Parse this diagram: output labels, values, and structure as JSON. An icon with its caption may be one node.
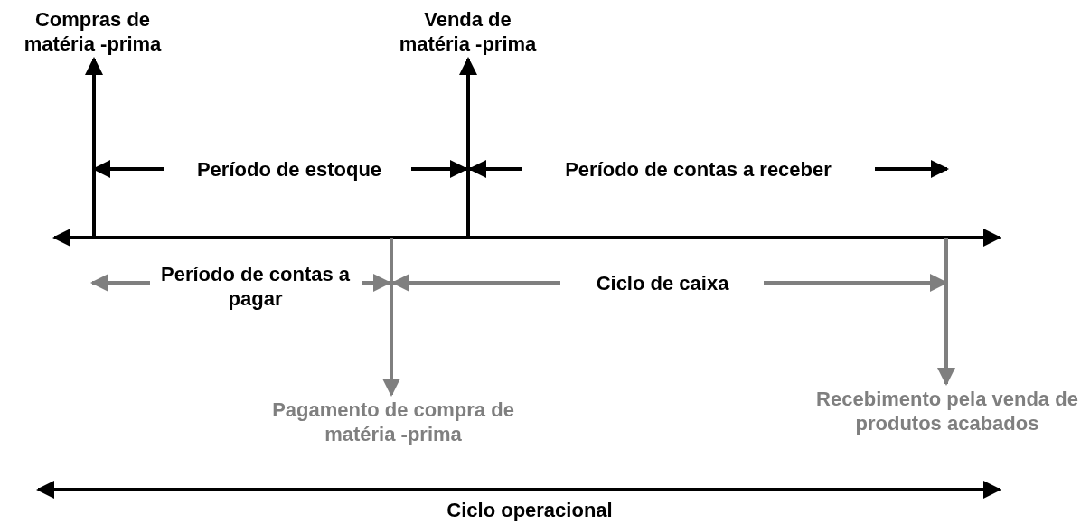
{
  "diagram": {
    "nodes": [
      {
        "text": [
          "Compras de matéria -prima"
        ]
      },
      {
        "text": [
          "Venda de matéria -prima"
        ]
      },
      {
        "text": [
          "Pagamento de compra de matéria -prima"
        ]
      },
      {
        "text": [
          "Recebimento pela venda de produtos acabados"
        ]
      }
    ],
    "edges": [
      {
        "from": null,
        "to": 0,
        "arrow": "to"
      },
      {
        "from": null,
        "to": 1,
        "arrow": "to"
      },
      {
        "from": null,
        "to": 2,
        "arrow": "to",
        "color": "#7f7f7f"
      },
      {
        "from": null,
        "to": 3,
        "arrow": "to",
        "color": "#7f7f7f"
      }
    ],
    "labels": [
      "Período de estoque",
      "Período de contas a receber",
      "Período de contas a pagar",
      "Ciclo de caixa",
      "Ciclo operacional"
    ]
  }
}
